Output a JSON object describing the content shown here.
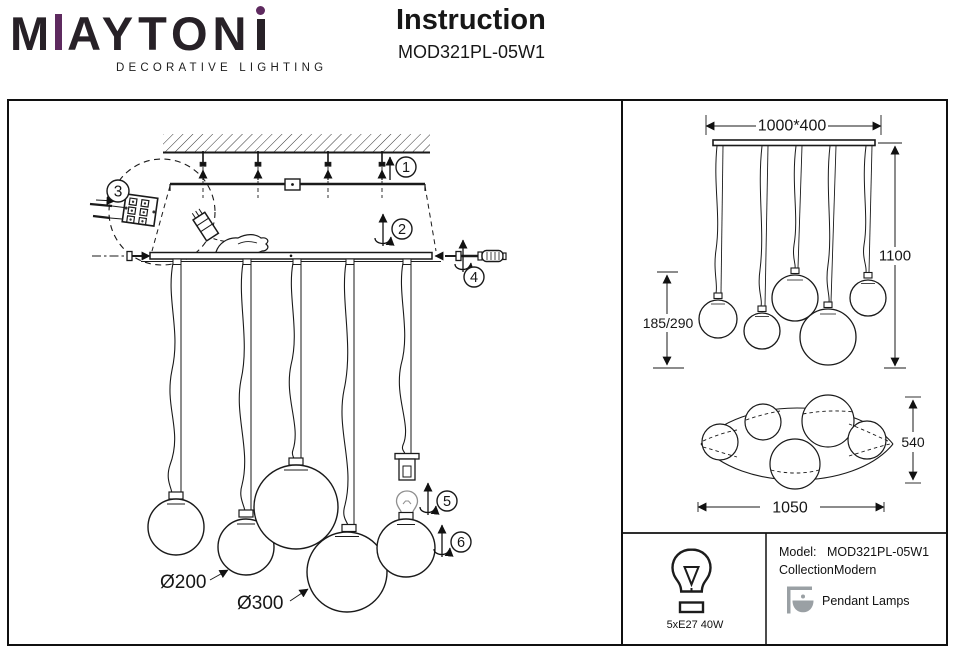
{
  "logo": {
    "brand": "MAYTONI",
    "prefix": "M",
    "rest": "AYTON",
    "tagline": "DECORATIVE LIGHTING"
  },
  "header": {
    "title": "Instruction",
    "model": "MOD321PL-05W1"
  },
  "steps": [
    "1",
    "2",
    "3",
    "4",
    "5",
    "6"
  ],
  "diagram_labels": {
    "d200": "Ø200",
    "d300": "Ø300"
  },
  "dimensions": {
    "plate": "1000*400",
    "total_height": "1100",
    "drop": "185/290",
    "plan_width": "1050",
    "plan_depth": "540"
  },
  "spec": {
    "lamp": "5xE27 40W",
    "model_label": "Model:",
    "model_value": "MOD321PL-05W1",
    "collection_label": "Collection:",
    "collection_value": "Modern",
    "category": "Pendant Lamps"
  },
  "colors": {
    "accent_purple": "#5e2a5f",
    "line": "#1a1a1a"
  }
}
